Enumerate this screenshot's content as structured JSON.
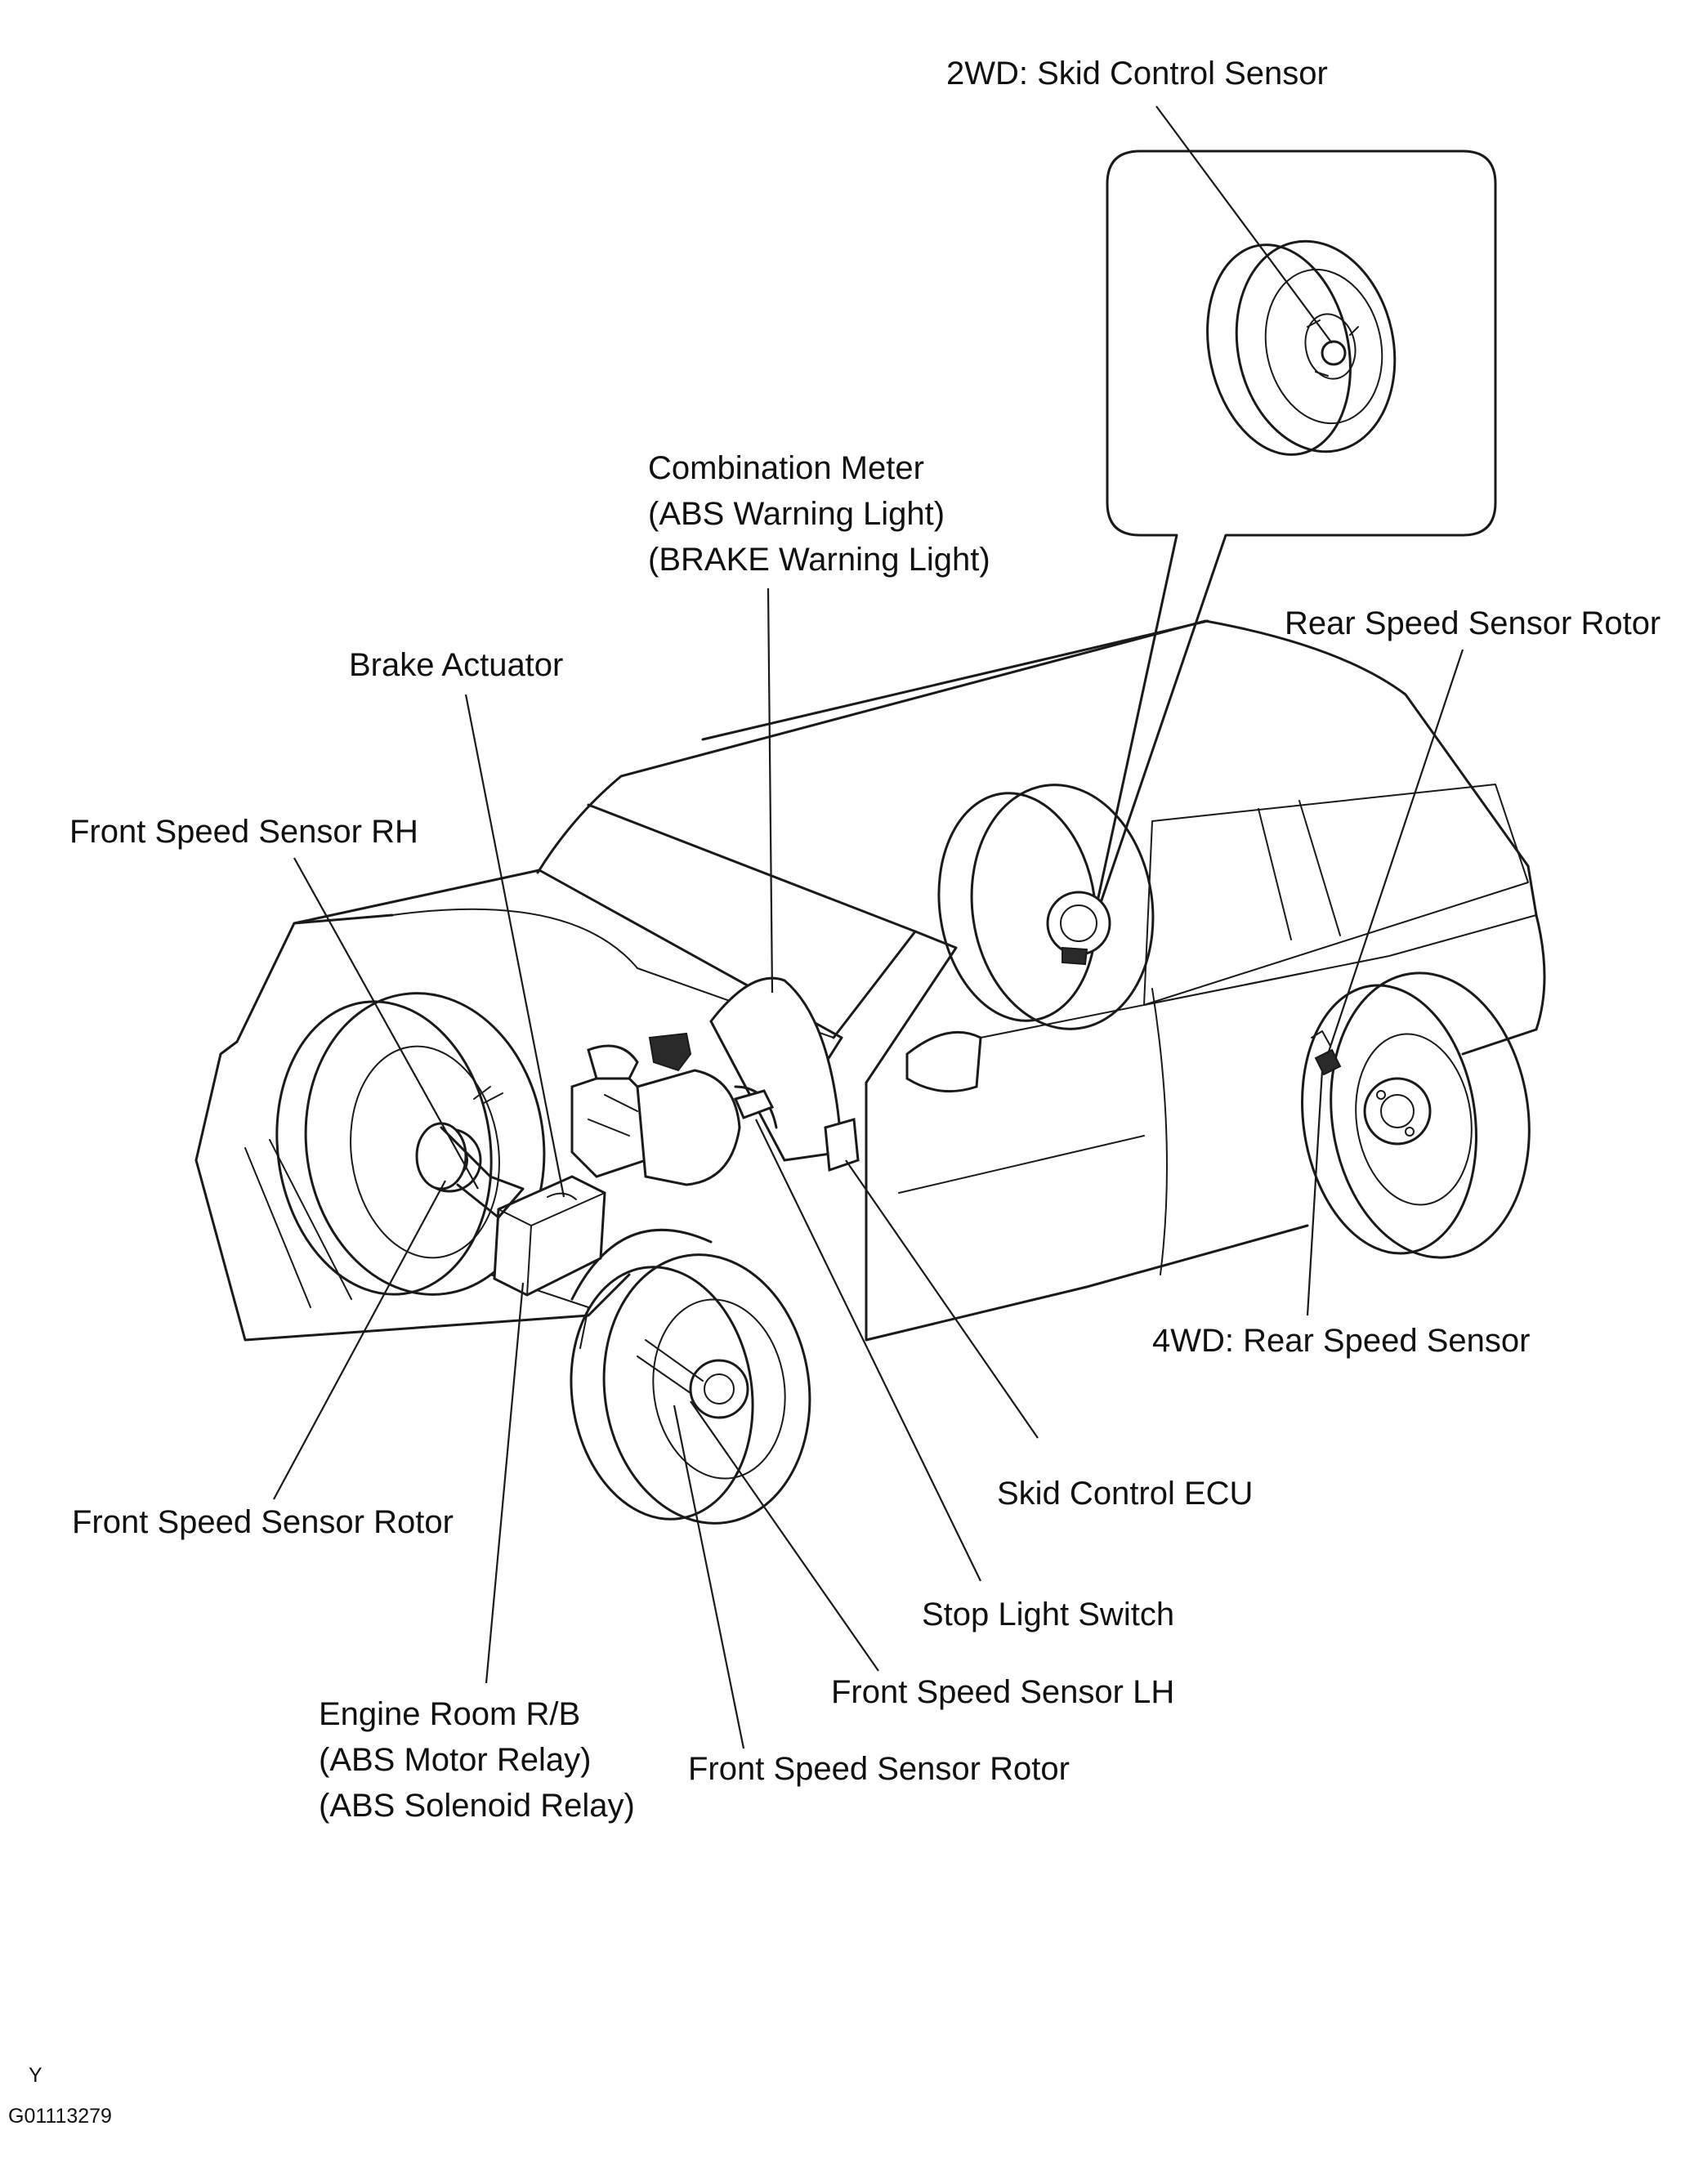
{
  "labels": {
    "skid_control_sensor_2wd": "2WD: Skid Control Sensor",
    "combination_meter": [
      "Combination Meter",
      "(ABS Warning Light)",
      "(BRAKE Warning Light)"
    ],
    "rear_speed_sensor_rotor": "Rear Speed Sensor Rotor",
    "brake_actuator": "Brake Actuator",
    "front_speed_sensor_rh": "Front Speed Sensor RH",
    "rear_speed_sensor_4wd": "4WD: Rear Speed Sensor",
    "skid_control_ecu": "Skid Control ECU",
    "front_speed_sensor_rotor_right": "Front Speed Sensor Rotor",
    "stop_light_switch": "Stop Light Switch",
    "front_speed_sensor_lh": "Front Speed Sensor LH",
    "engine_room_rb": [
      "Engine Room R/B",
      "(ABS Motor Relay)",
      "(ABS Solenoid Relay)"
    ],
    "front_speed_sensor_rotor_left": "Front Speed Sensor Rotor"
  },
  "footer": {
    "code_letter": "Y",
    "figure_id": "G01113279"
  }
}
